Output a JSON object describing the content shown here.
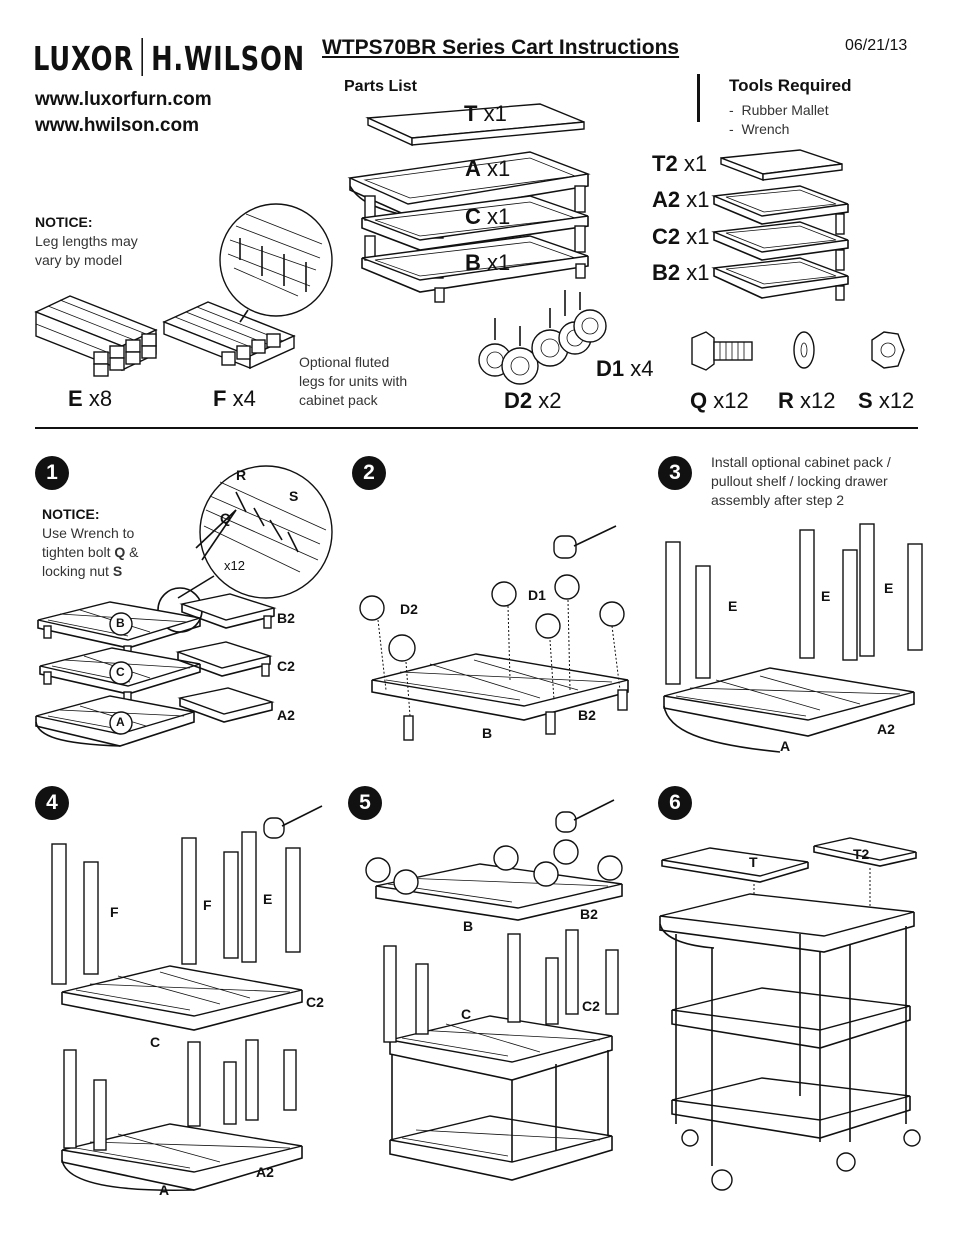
{
  "header": {
    "brand_left": "LUXOR",
    "brand_right": "H.WILSON",
    "url1": "www.luxorfurn.com",
    "url2": "www.hwilson.com",
    "title": "WTPS70BR Series Cart Instructions",
    "date": "06/21/13"
  },
  "parts_list": {
    "heading": "Parts List",
    "items": [
      {
        "code": "T",
        "qty": "x1"
      },
      {
        "code": "A",
        "qty": "x1"
      },
      {
        "code": "C",
        "qty": "x1"
      },
      {
        "code": "B",
        "qty": "x1"
      },
      {
        "code": "T2",
        "qty": "x1"
      },
      {
        "code": "A2",
        "qty": "x1"
      },
      {
        "code": "C2",
        "qty": "x1"
      },
      {
        "code": "B2",
        "qty": "x1"
      },
      {
        "code": "E",
        "qty": "x8"
      },
      {
        "code": "F",
        "qty": "x4"
      },
      {
        "code": "D1",
        "qty": "x4"
      },
      {
        "code": "D2",
        "qty": "x2"
      },
      {
        "code": "Q",
        "qty": "x12"
      },
      {
        "code": "R",
        "qty": "x12"
      },
      {
        "code": "S",
        "qty": "x12"
      }
    ]
  },
  "tools": {
    "heading": "Tools Required",
    "items": [
      "Rubber Mallet",
      "Wrench"
    ]
  },
  "notice_legs": {
    "heading": "NOTICE:",
    "line1": "Leg lengths may",
    "line2": "vary by model"
  },
  "optional_legs": {
    "line1": "Optional fluted",
    "line2": "legs for units with",
    "line3": "cabinet pack"
  },
  "steps": [
    {
      "number": "1",
      "notice_heading": "NOTICE:",
      "notice_line1": "Use Wrench to",
      "notice_line2_pre": "tighten bolt ",
      "notice_line2_bold": "Q",
      "notice_line2_post": " &",
      "notice_line3_pre": "locking nut ",
      "notice_line3_bold": "S",
      "callout_labels": [
        "R",
        "S",
        "Q",
        "x12"
      ],
      "labels": [
        "B",
        "B2",
        "C",
        "C2",
        "A",
        "A2"
      ]
    },
    {
      "number": "2",
      "labels": [
        "D2",
        "D1",
        "B",
        "B2"
      ]
    },
    {
      "number": "3",
      "note_line1": "Install optional cabinet pack /",
      "note_line2": "pullout shelf / locking drawer",
      "note_line3": "assembly after step 2",
      "labels": [
        "E",
        "E",
        "E",
        "A",
        "A2"
      ]
    },
    {
      "number": "4",
      "labels": [
        "F",
        "F",
        "E",
        "C2",
        "C",
        "A2",
        "A"
      ]
    },
    {
      "number": "5",
      "labels": [
        "B",
        "B2",
        "C",
        "C2"
      ]
    },
    {
      "number": "6",
      "labels": [
        "T",
        "T2"
      ]
    }
  ]
}
